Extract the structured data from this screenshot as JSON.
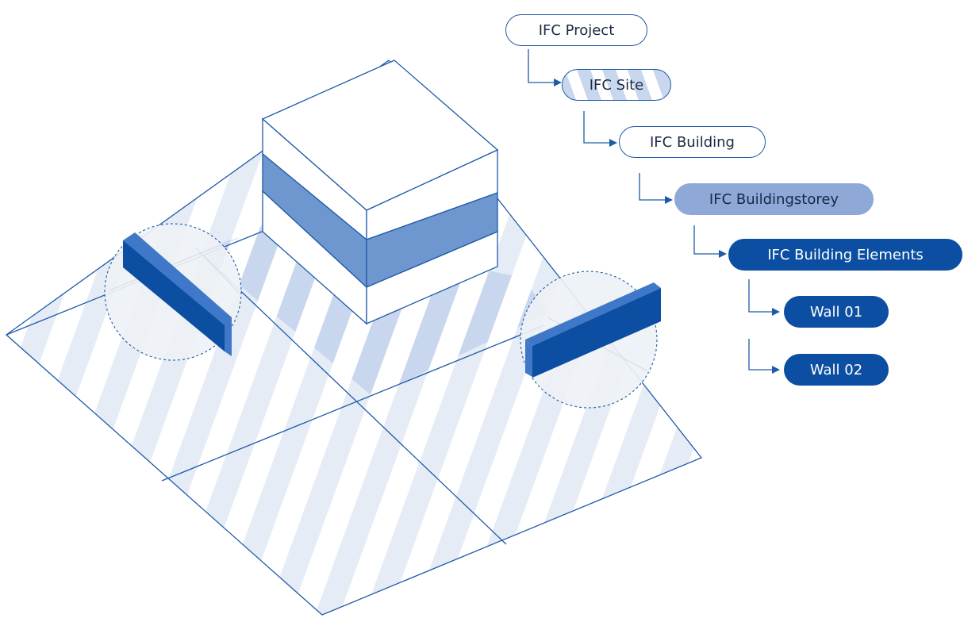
{
  "hierarchy": {
    "ifc_project": "IFC Project",
    "ifc_site": "IFC Site",
    "ifc_building": "IFC Building",
    "ifc_buildingstorey": "IFC Buildingstorey",
    "ifc_building_elements": "IFC Building Elements",
    "wall_01": "Wall 01",
    "wall_02": "Wall 02"
  },
  "colors": {
    "line": "#1f5aa8",
    "stripe": "#c9d7ee",
    "stripe_dark": "#b8c9e6",
    "storey_band": "#6f97cf",
    "pill_light": "#8fa9d6",
    "pill_dark": "#0b4ea2",
    "wall_front": "#0b4ea2",
    "wall_edge": "#3f78c8",
    "lens_fill": "#eef1f5"
  }
}
